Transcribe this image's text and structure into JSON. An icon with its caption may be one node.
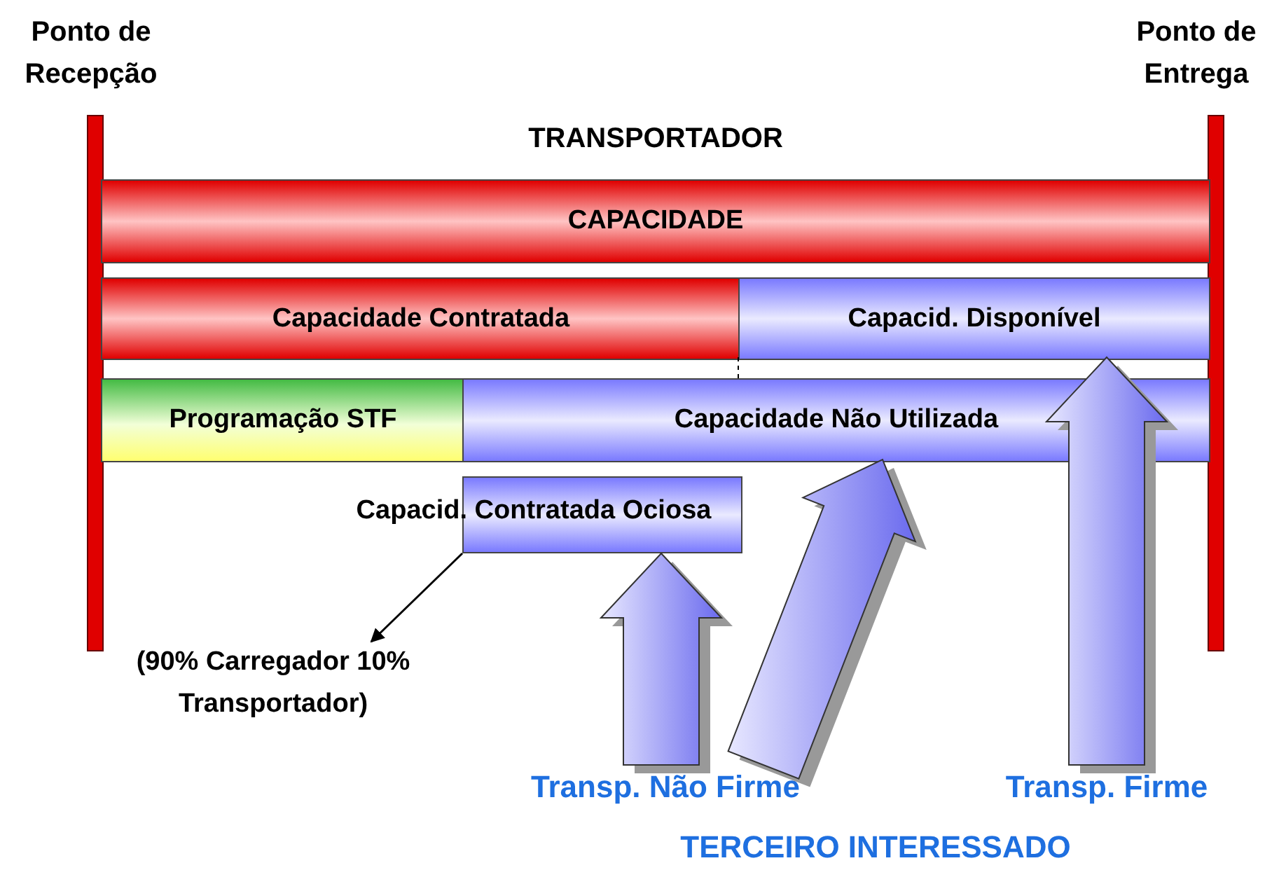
{
  "diagram": {
    "nodes": [
      {
        "text": [
          "Ponto de Recepção"
        ]
      },
      {
        "text": [
          "Ponto de Entrega"
        ]
      },
      {
        "text": [
          "CAPACIDADE"
        ]
      },
      {
        "text": [
          "Capacidade Contratada"
        ]
      },
      {
        "text": [
          "Capacid. Disponível"
        ]
      },
      {
        "text": [
          "Programação STF"
        ]
      },
      {
        "text": [
          "Capacidade Não Utilizada"
        ]
      },
      {
        "text": [
          "Capacid. Contratada Ociosa"
        ]
      },
      {
        "text": [
          "(90% Carregador 10% Transportador)"
        ]
      },
      {
        "text": [
          "Transp. Não Firme"
        ]
      },
      {
        "text": [
          "Transp. Firme"
        ]
      }
    ],
    "edges": [
      {
        "from": 7,
        "to": 8,
        "arrow": "to"
      },
      {
        "from": 9,
        "to": 7,
        "arrow": "to",
        "style": "thick"
      },
      {
        "from": 9,
        "to": 6,
        "arrow": "to",
        "style": "thick"
      },
      {
        "from": 10,
        "to": 4,
        "arrow": "to",
        "style": "thick"
      }
    ],
    "labels": [
      "TRANSPORTADOR",
      "TERCEIRO INTERESSADO"
    ]
  }
}
